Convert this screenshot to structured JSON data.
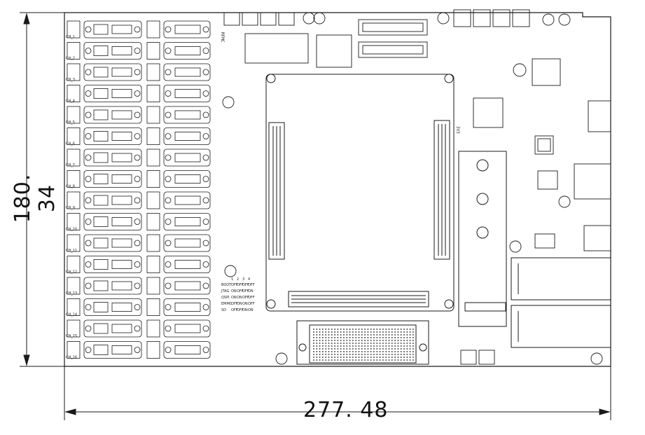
{
  "dimensions": {
    "width_label": "277. 48",
    "height_label": "180. 34"
  },
  "board": {
    "left_row_labels": [
      "CH_1",
      "CH_2",
      "CH_3",
      "CH_4",
      "CH_5",
      "CH_6",
      "CH_7",
      "CH_8",
      "CH_9",
      "CH_10",
      "CH_11",
      "CH_12",
      "CH_13",
      "CH_14",
      "CH_15",
      "CH_16"
    ],
    "side_label_power": "3V3",
    "connector_label": "RFMC",
    "switch_table": {
      "header": [
        "1",
        "2",
        "3",
        "4"
      ],
      "rows": [
        [
          "OFF",
          "OFF",
          "OFF",
          "OFF"
        ],
        [
          "ON",
          "OFF",
          "OFF",
          "ON"
        ],
        [
          "ON",
          "ON",
          "OFF",
          "OFF"
        ],
        [
          "OFF",
          "ON",
          "ON",
          "OFF"
        ],
        [
          "OFF",
          "OFF",
          "ON",
          "ON"
        ]
      ],
      "row_names": [
        "BOOT",
        "JTAG",
        "QSPI",
        "EMMC",
        "SD"
      ]
    }
  },
  "colors": {
    "line": "#1a1a1a",
    "background": "#ffffff"
  }
}
